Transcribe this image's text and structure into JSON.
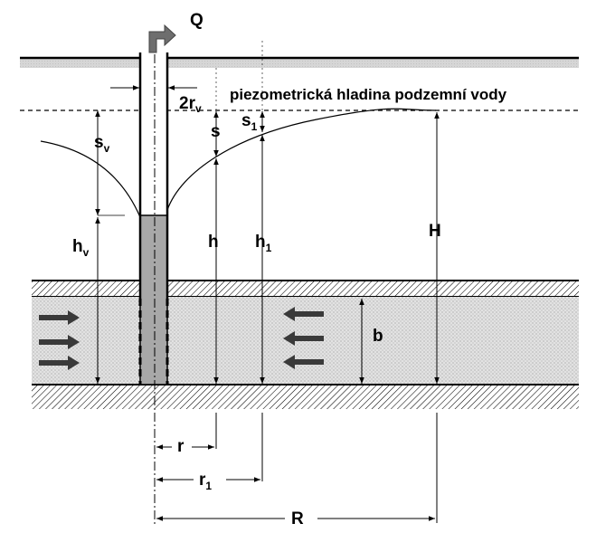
{
  "labels": {
    "discharge": "Q",
    "well_diameter": "2r",
    "well_diameter_sub": "v",
    "water_level": "piezometrická hladina podzemní vody",
    "drawdown_well": "s",
    "drawdown_well_sub": "v",
    "drawdown": "s",
    "drawdown_1": "s",
    "drawdown_1_sub": "1",
    "head_well": "h",
    "head_well_sub": "v",
    "head": "h",
    "head_1": "h",
    "head_1_sub": "1",
    "total_head": "H",
    "thickness": "b",
    "radius": "r",
    "radius_1": "r",
    "radius_1_sub": "1",
    "influence_radius": "R"
  },
  "colors": {
    "ground": "#d6d6d6",
    "aquifer": "#e2e2e2",
    "screen": "#a8a8a8",
    "arrow": "#3a3a3a",
    "pipe_arrow": "#6e6e6e"
  }
}
